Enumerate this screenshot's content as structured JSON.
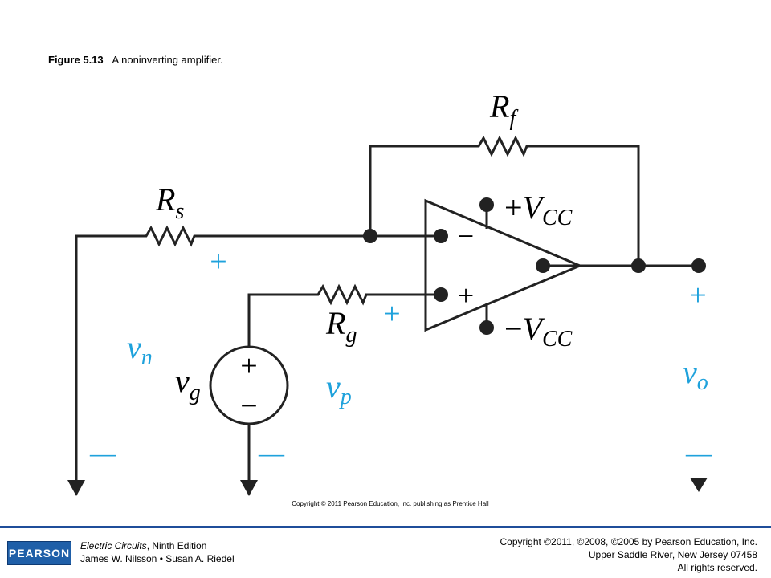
{
  "caption": {
    "figure_number": "Figure 5.13",
    "title": "A noninverting amplifier."
  },
  "diagram": {
    "components": {
      "rf": {
        "letter": "R",
        "sub": "f"
      },
      "rs": {
        "letter": "R",
        "sub": "s"
      },
      "rg": {
        "letter": "R",
        "sub": "g"
      },
      "vg": {
        "letter": "v",
        "sub": "g"
      }
    },
    "supply": {
      "positive": {
        "sign": "+",
        "letter": "V",
        "sub": "CC"
      },
      "negative": {
        "sign": "−",
        "letter": "V",
        "sub": "CC"
      }
    },
    "opamp_terminals": {
      "inverting": "−",
      "noninverting": "+"
    },
    "source_polarity": {
      "top": "+",
      "bottom": "−"
    },
    "voltages": {
      "vn": {
        "letter": "v",
        "sub": "n",
        "plus": "+",
        "minus": "—"
      },
      "vp": {
        "letter": "v",
        "sub": "p",
        "plus": "+",
        "minus": "—"
      },
      "vo": {
        "letter": "v",
        "sub": "o",
        "plus": "+",
        "minus": "—"
      }
    },
    "colors": {
      "wire": "#222222",
      "voltage_label": "#1fa2dc"
    },
    "figure_copyright": "Copyright © 2011 Pearson Education, Inc. publishing as Prentice Hall"
  },
  "footer": {
    "logo": "PEARSON",
    "book_title": "Electric Circuits",
    "edition": ", Ninth Edition",
    "authors": "James W. Nilsson • Susan A. Riedel",
    "copyright_line1": "Copyright ©2011, ©2008, ©2005 by Pearson Education, Inc.",
    "copyright_line2": "Upper Saddle River, New Jersey 07458",
    "copyright_line3": "All rights reserved."
  }
}
